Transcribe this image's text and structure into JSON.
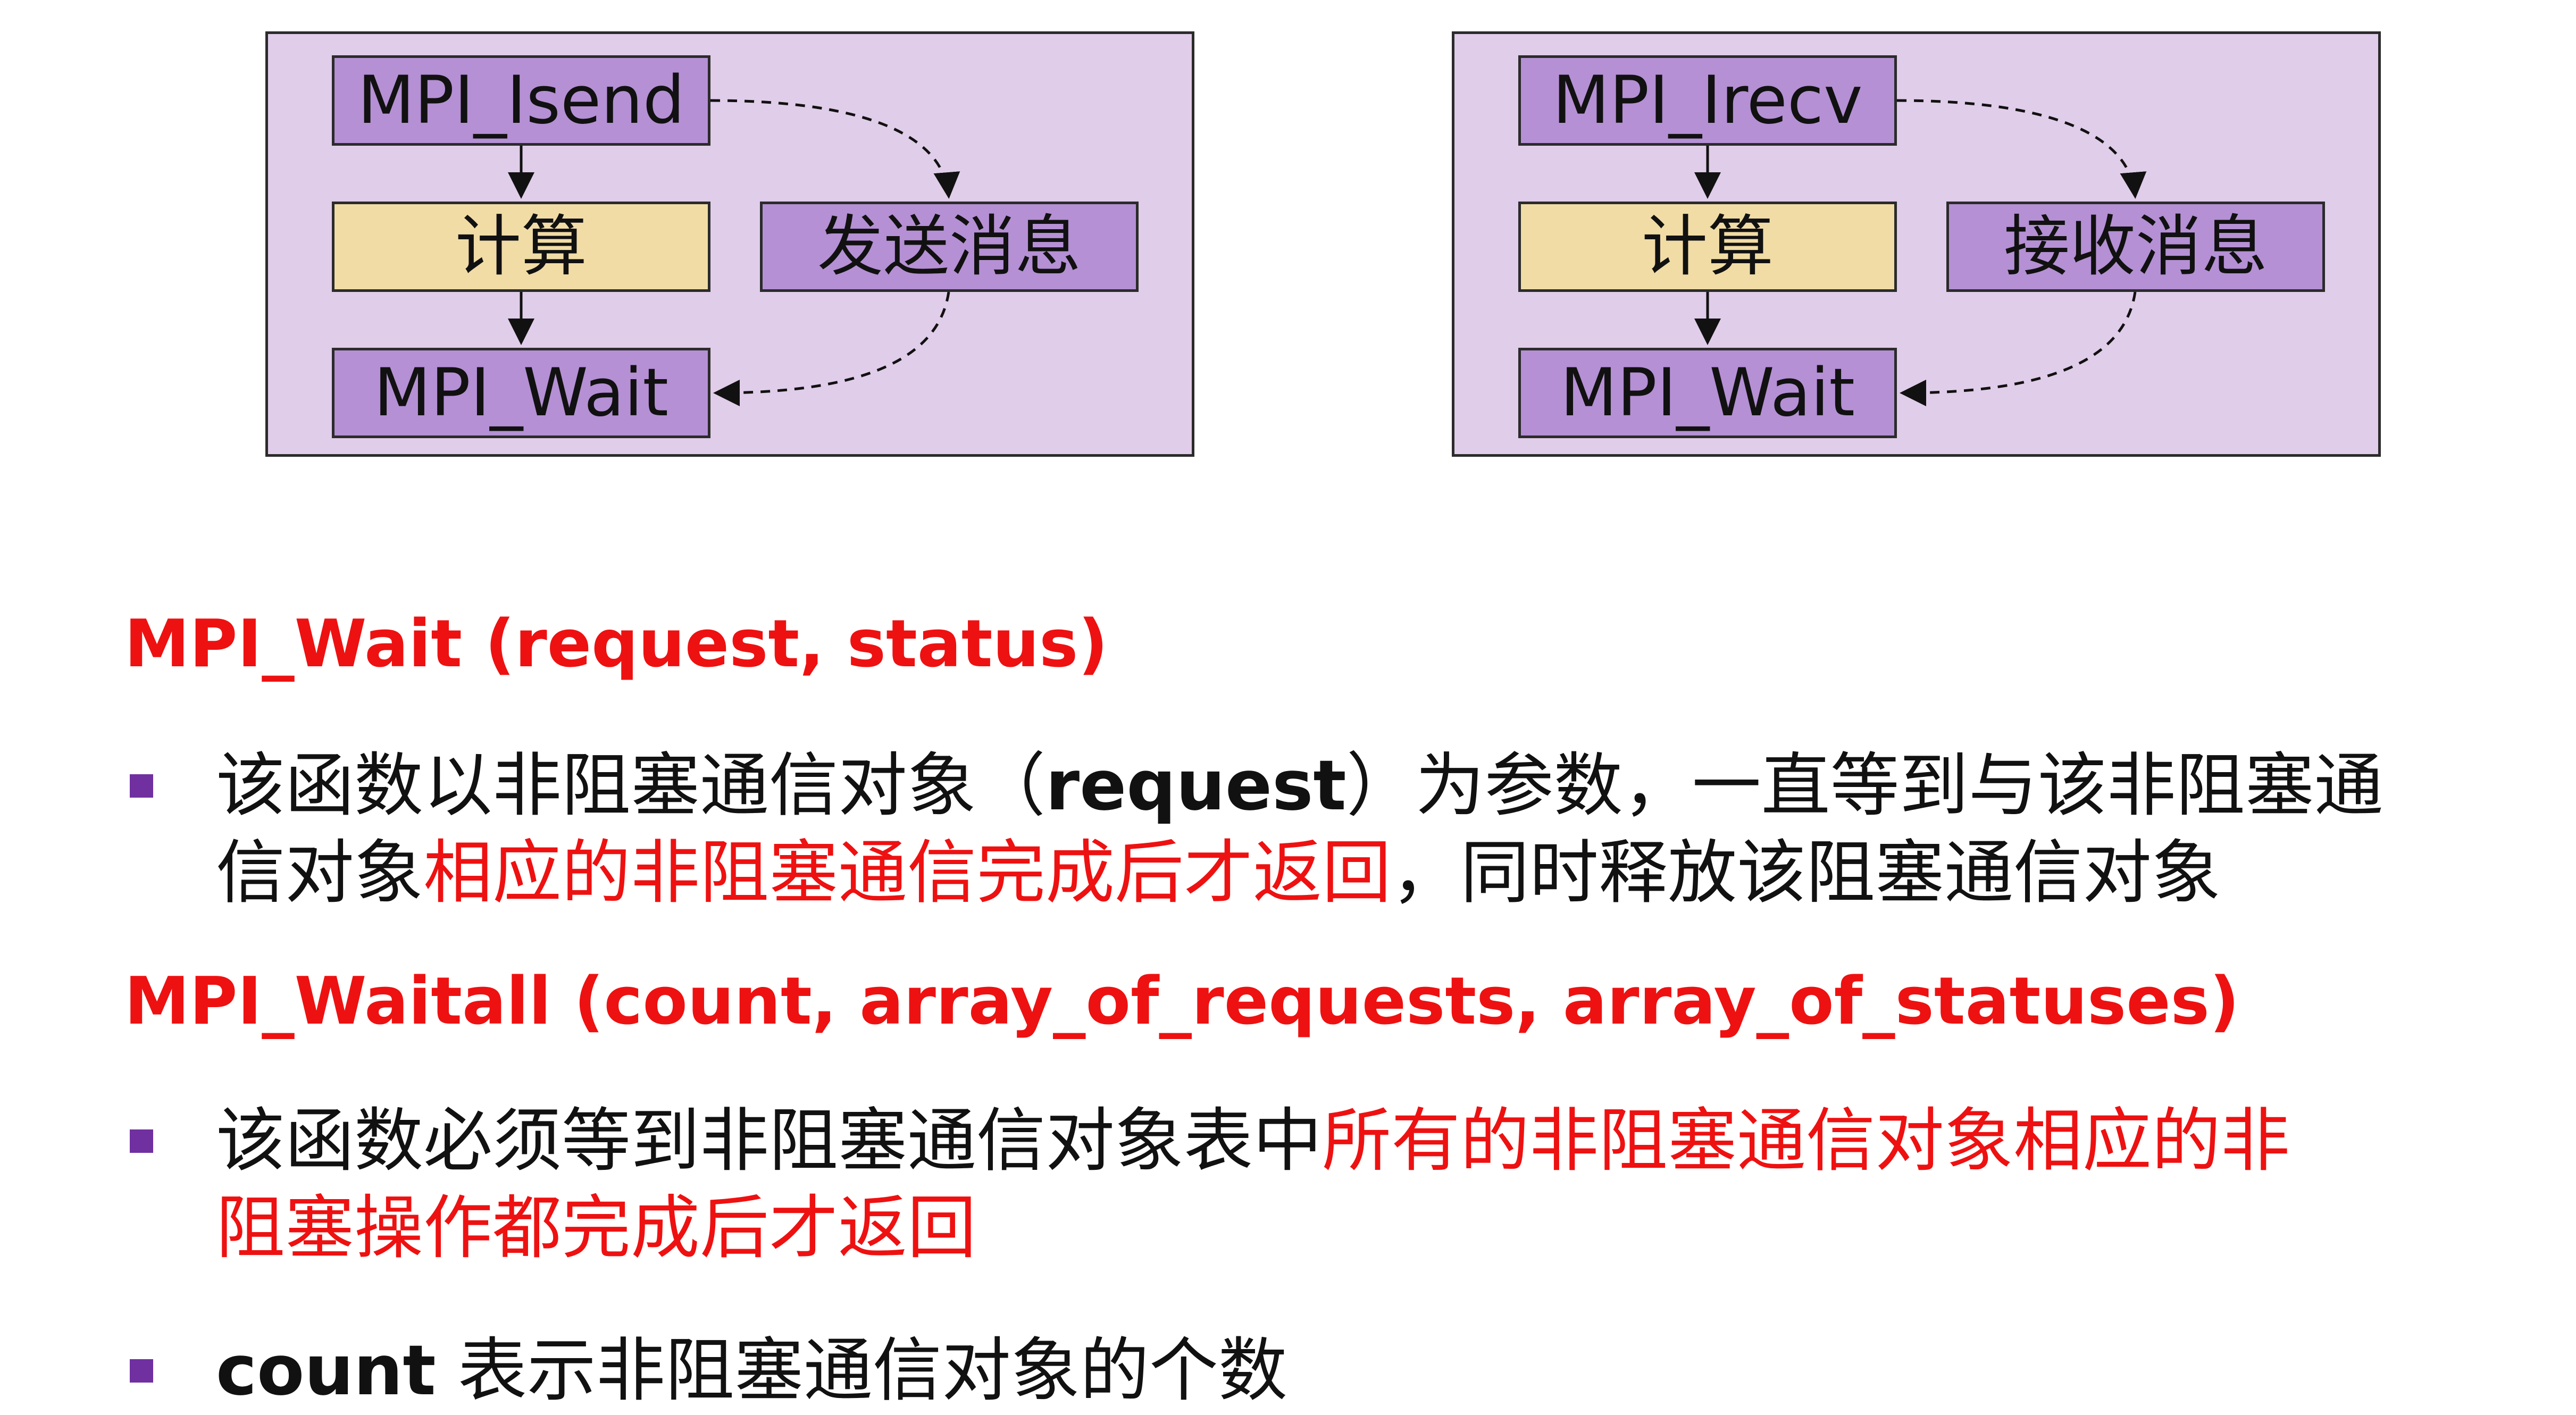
{
  "diagram_left": {
    "top_box": "MPI_Isend",
    "mid_box": "计算",
    "bottom_box": "MPI_Wait",
    "side_box": "发送消息"
  },
  "diagram_right": {
    "top_box": "MPI_Irecv",
    "mid_box": "计算",
    "bottom_box": "MPI_Wait",
    "side_box": "接收消息"
  },
  "section_wait": {
    "heading": "MPI_Wait (request, status)",
    "bullet_line1_a": "该函数以非阻塞通信对象（",
    "bullet_line1_b": "request",
    "bullet_line1_c": "）为参数，一直等到与该非阻塞通",
    "bullet_line2_a": "信对象",
    "bullet_line2_b": "相应的非阻塞通信完成后才返回",
    "bullet_line2_c": "，同时释放该阻塞通信对象"
  },
  "section_waitall": {
    "heading": "MPI_Waitall (count, array_of_requests, array_of_statuses)",
    "bullet_line1_a": "该函数必须等到非阻塞通信对象表中",
    "bullet_line1_b": "所有的非阻塞通信对象相应的非",
    "bullet_line2": "阻塞操作都完成后才返回"
  },
  "section_count": {
    "bullet_a": "count",
    "bullet_b": " 表示非阻塞通信对象的个数"
  },
  "colors": {
    "panel_bg": "#e0cde9",
    "purple_box": "#b590d4",
    "tan_box": "#f1dca6",
    "highlight_red": "#ee1111",
    "bullet_purple": "#7030a0"
  }
}
